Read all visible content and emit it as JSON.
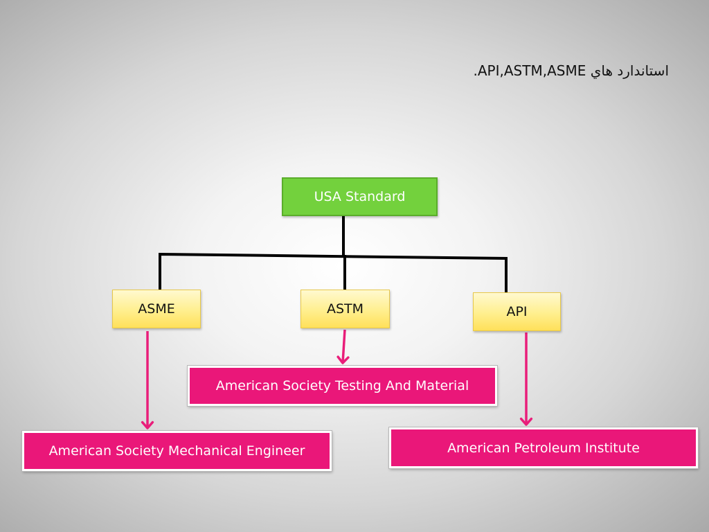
{
  "slide": {
    "title": ".API,ASTM,ASME استاندارد هاي"
  },
  "diagram": {
    "root": {
      "label": "USA Standard",
      "color": "#73d13d"
    },
    "children": [
      {
        "label": "ASME",
        "full_name": "American Society Mechanical Engineer"
      },
      {
        "label": "ASTM",
        "full_name": "American Society Testing And  Material"
      },
      {
        "label": "API",
        "full_name": "American Petroleum Institute"
      }
    ],
    "colors": {
      "connector": "#000000",
      "arrow": "#e91e7a",
      "child_fill": "#ffef8e",
      "name_fill": "#ea1779"
    }
  }
}
